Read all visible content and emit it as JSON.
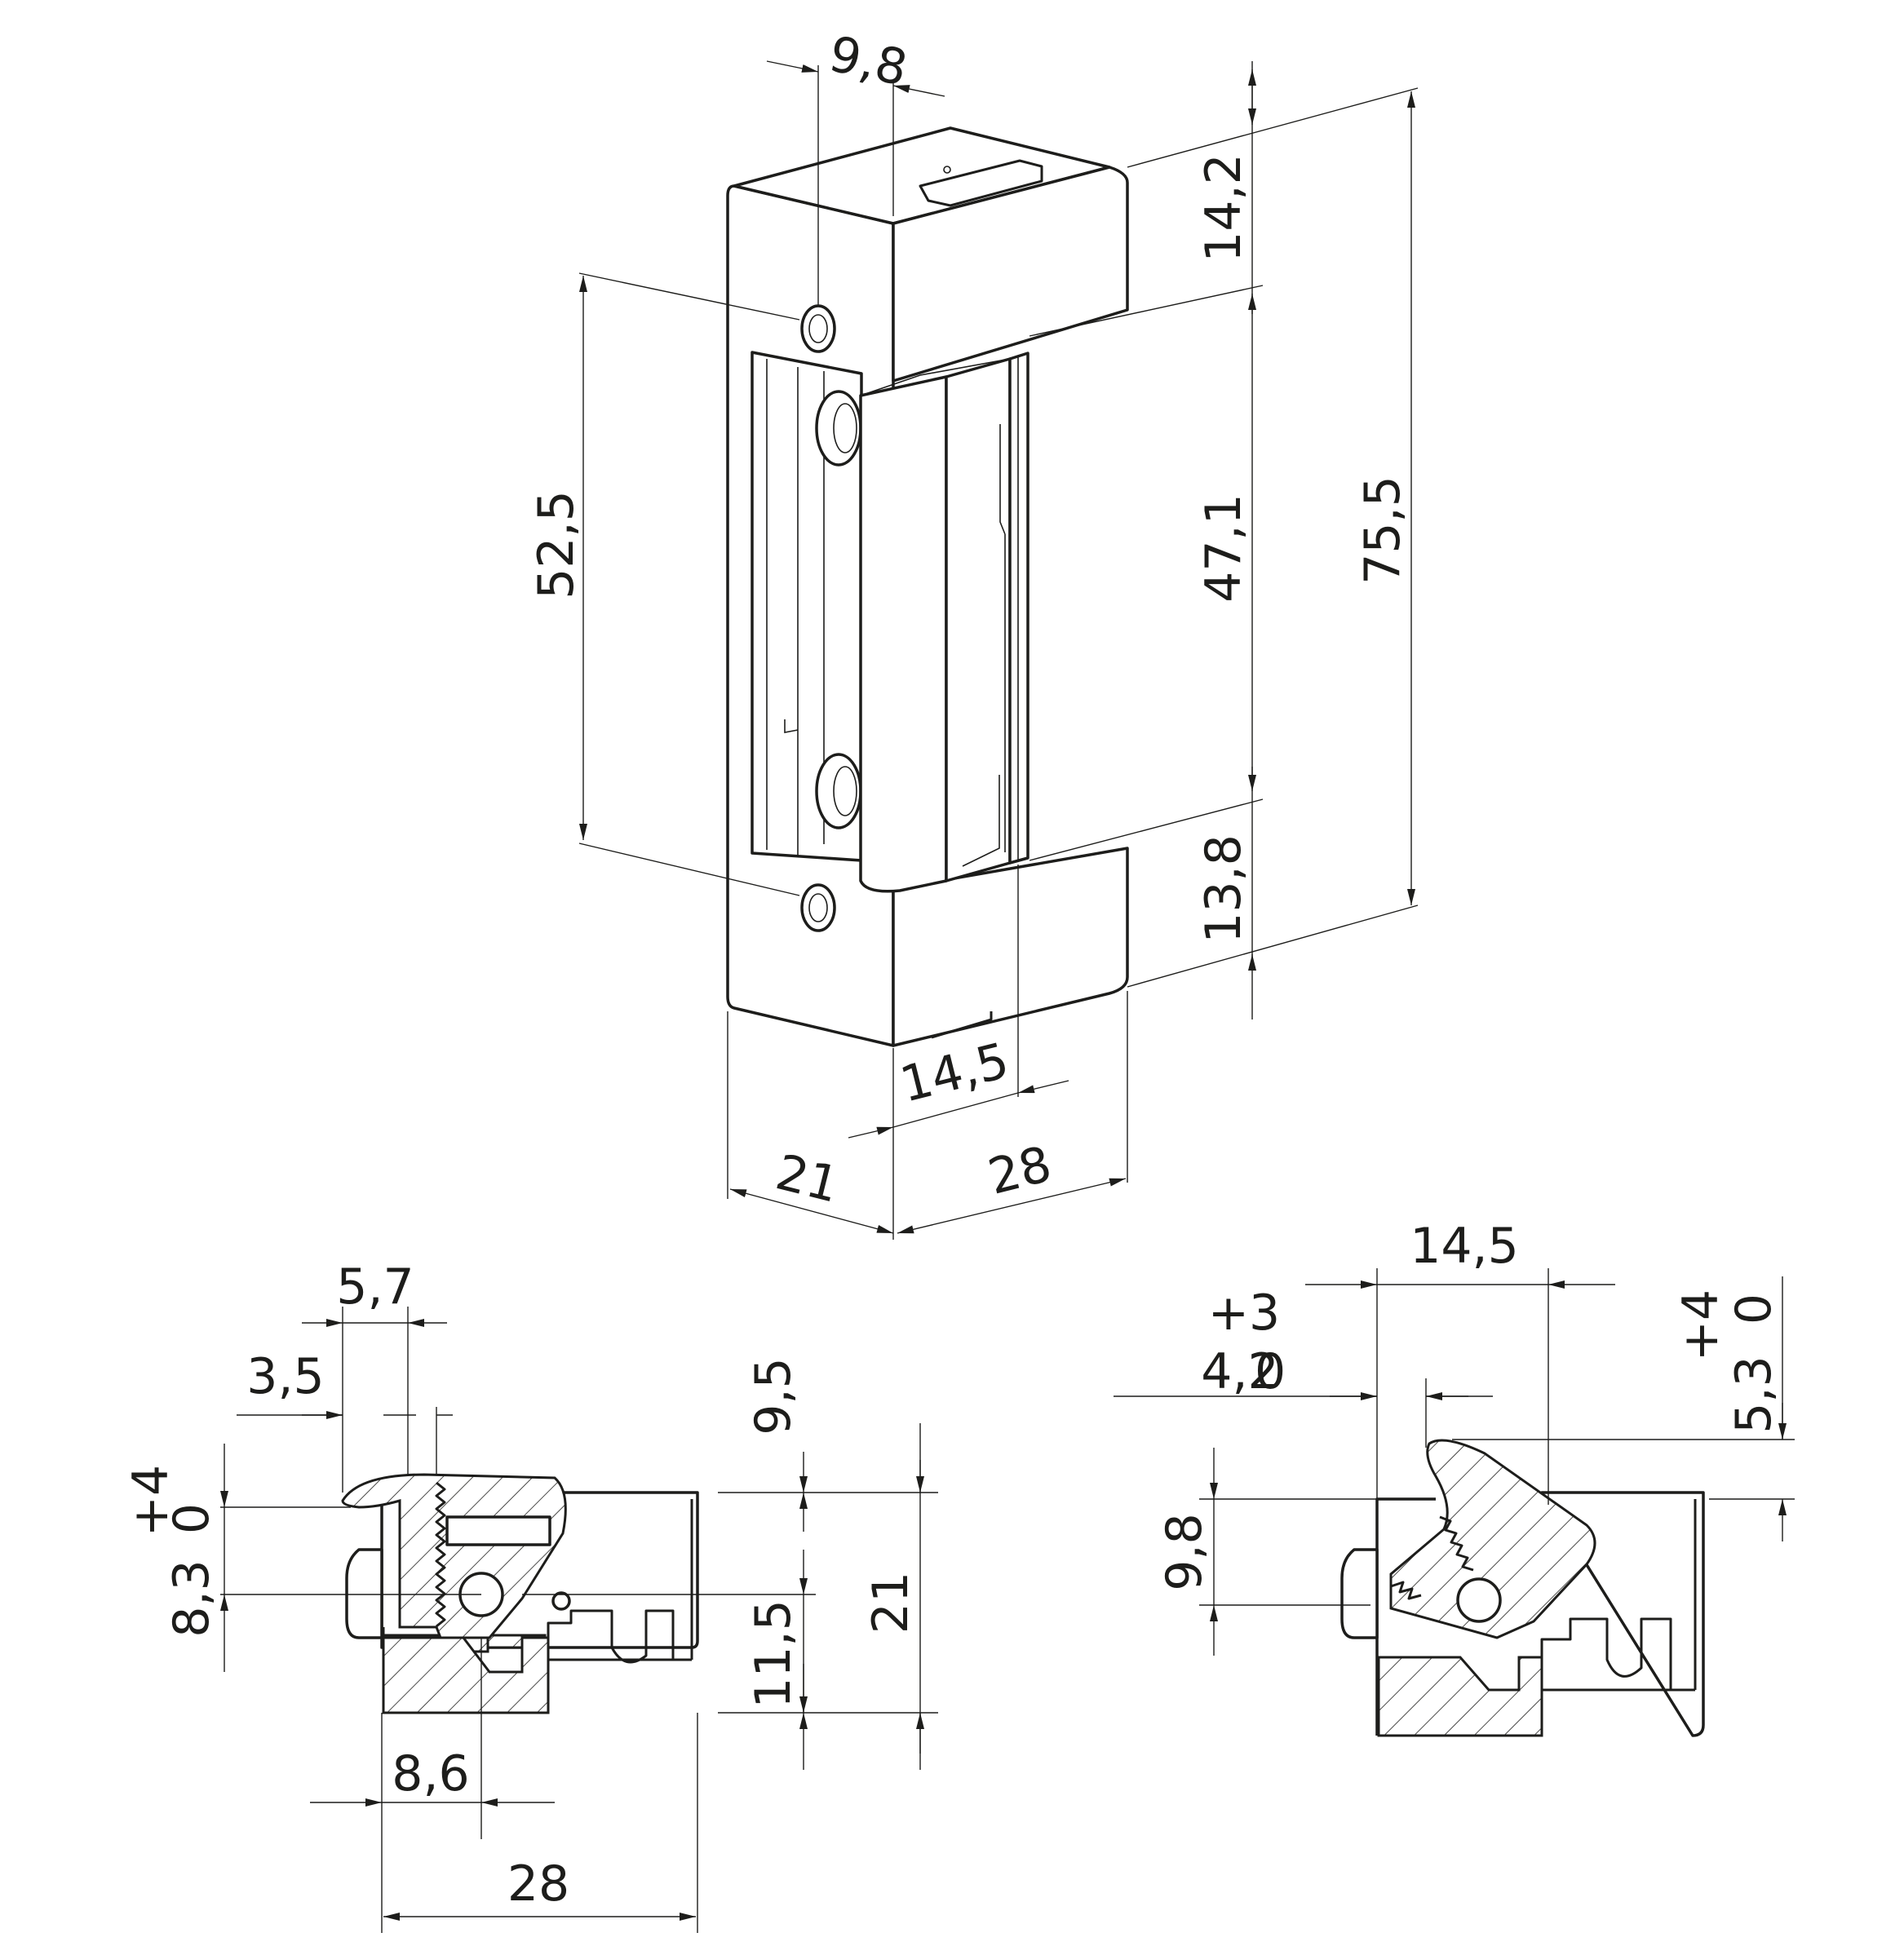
{
  "dimensions": {
    "main_view": {
      "top_width": "9,8",
      "top_height": "14,2",
      "hole_spacing": "52,5",
      "latch_height": "47,1",
      "total_height": "75,5",
      "bottom_height": "13,8",
      "latch_width": "14,5",
      "plate_depth": "21",
      "body_depth": "28"
    },
    "left_section": {
      "width_top": "5,7",
      "width_inner": "3,5",
      "tol_upper": "+4",
      "tol_lower": "0",
      "height_left": "8,3",
      "height_top": "9,5",
      "height_mid": "11,5",
      "height_total": "21",
      "width_bottom": "8,6",
      "width_total": "28"
    },
    "right_section": {
      "width_top": "14,5",
      "tol_upper_a": "+3",
      "tol_lower_a": "0",
      "offset": "4,2",
      "tol_upper_b": "+4",
      "tol_lower_b": "0",
      "height_right": "5,3",
      "height_left": "9,8"
    }
  }
}
